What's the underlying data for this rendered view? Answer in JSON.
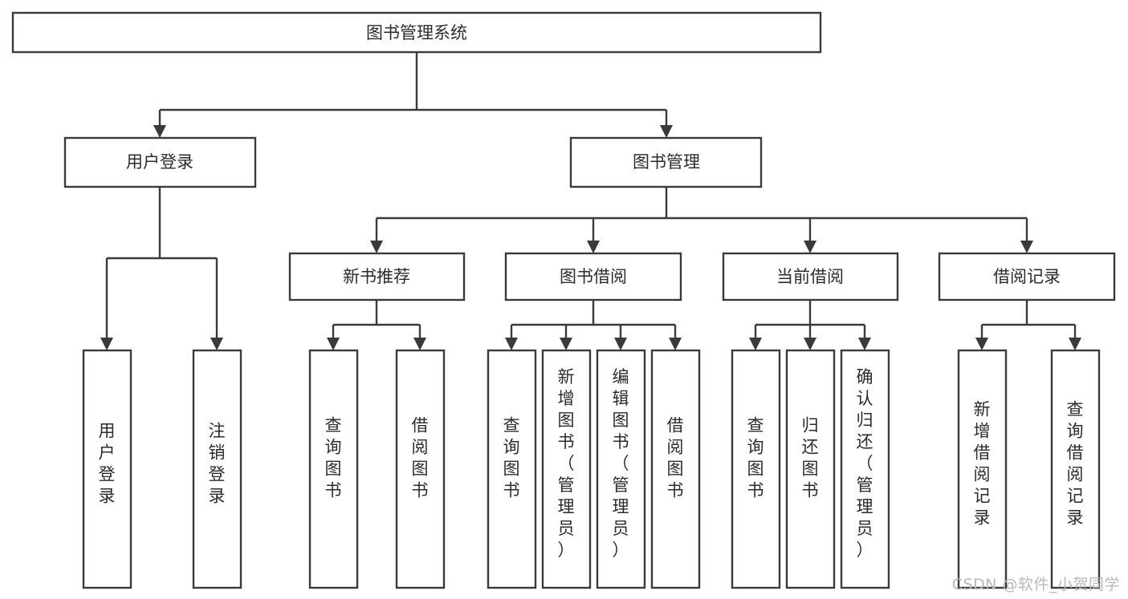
{
  "diagram": {
    "type": "tree-hierarchy-flowchart",
    "title": "图书管理系统",
    "orientation": "top-down",
    "colors": {
      "box_stroke": "#3a3a3a",
      "box_fill": "#ffffff",
      "connector": "#3a3a3a",
      "text": "#2b2b2b",
      "background": "#ffffff",
      "watermark": "#b9b9b9"
    },
    "root": {
      "label": "图书管理系统"
    },
    "level2": [
      {
        "id": "user-login",
        "label": "用户登录"
      },
      {
        "id": "book-management",
        "label": "图书管理"
      }
    ],
    "level3": [
      {
        "id": "new-book-recommend",
        "label": "新书推荐",
        "parent": "book-management"
      },
      {
        "id": "book-borrow",
        "label": "图书借阅",
        "parent": "book-management"
      },
      {
        "id": "current-borrow",
        "label": "当前借阅",
        "parent": "book-management"
      },
      {
        "id": "borrow-record",
        "label": "借阅记录",
        "parent": "book-management"
      }
    ],
    "leaves": [
      {
        "id": "leaf-user-login",
        "label": "用户登录",
        "parent": "user-login"
      },
      {
        "id": "leaf-logout-login",
        "label": "注销登录",
        "parent": "user-login"
      },
      {
        "id": "leaf-query-book-1",
        "label": "查询图书",
        "parent": "new-book-recommend"
      },
      {
        "id": "leaf-borrow-book-1",
        "label": "借阅图书",
        "parent": "new-book-recommend"
      },
      {
        "id": "leaf-query-book-2",
        "label": "查询图书",
        "parent": "book-borrow"
      },
      {
        "id": "leaf-add-book",
        "label": "新增图书（管理员）",
        "parent": "book-borrow"
      },
      {
        "id": "leaf-edit-book",
        "label": "编辑图书（管理员）",
        "parent": "book-borrow"
      },
      {
        "id": "leaf-borrow-book-2",
        "label": "借阅图书",
        "parent": "book-borrow"
      },
      {
        "id": "leaf-query-book-3",
        "label": "查询图书",
        "parent": "current-borrow"
      },
      {
        "id": "leaf-return-book",
        "label": "归还图书",
        "parent": "current-borrow"
      },
      {
        "id": "leaf-confirm-return",
        "label": "确认归还（管理员）",
        "parent": "current-borrow"
      },
      {
        "id": "leaf-add-record",
        "label": "新增借阅记录",
        "parent": "borrow-record"
      },
      {
        "id": "leaf-query-record",
        "label": "查询借阅记录",
        "parent": "borrow-record"
      }
    ]
  },
  "watermark": {
    "text": "CSDN @软件_小贺同学"
  }
}
